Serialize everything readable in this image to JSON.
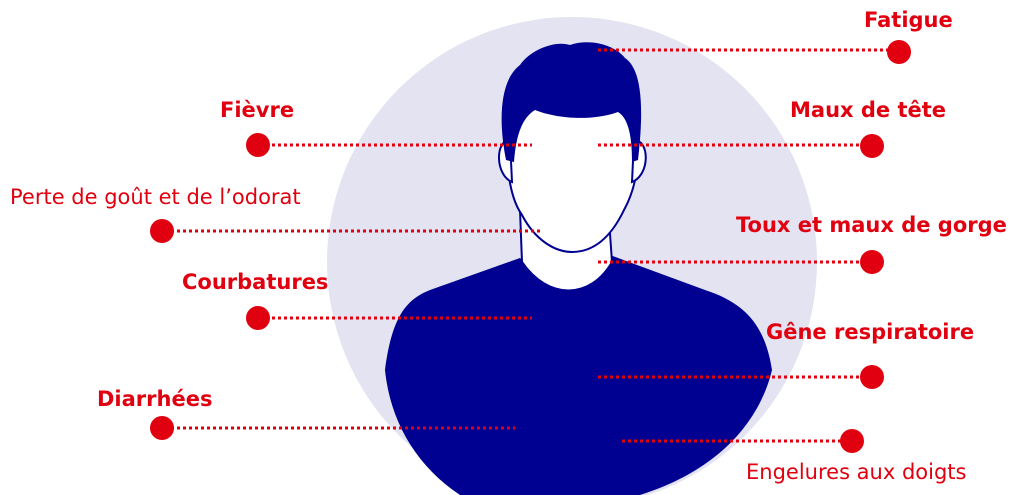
{
  "colors": {
    "accent_red": "#e1000f",
    "figure_navy": "#000091",
    "circle_bg": "#e3e3f1",
    "dot_line": "#e1000f"
  },
  "symptoms": [
    {
      "id": "fatigue",
      "label": "Fatigue"
    },
    {
      "id": "fievre",
      "label": "Fièvre"
    },
    {
      "id": "maux-de-tete",
      "label": "Maux de tête"
    },
    {
      "id": "perte-gout-odorat",
      "label": "Perte de goût et de l’odorat"
    },
    {
      "id": "toux-maux-gorge",
      "label": "Toux et maux de gorge"
    },
    {
      "id": "courbatures",
      "label": "Courbatures"
    },
    {
      "id": "gene-respiratoire",
      "label": "Gêne respiratoire"
    },
    {
      "id": "diarrhees",
      "label": "Diarrhées"
    },
    {
      "id": "engelures-doigts",
      "label": "Engelures aux doigts"
    }
  ]
}
